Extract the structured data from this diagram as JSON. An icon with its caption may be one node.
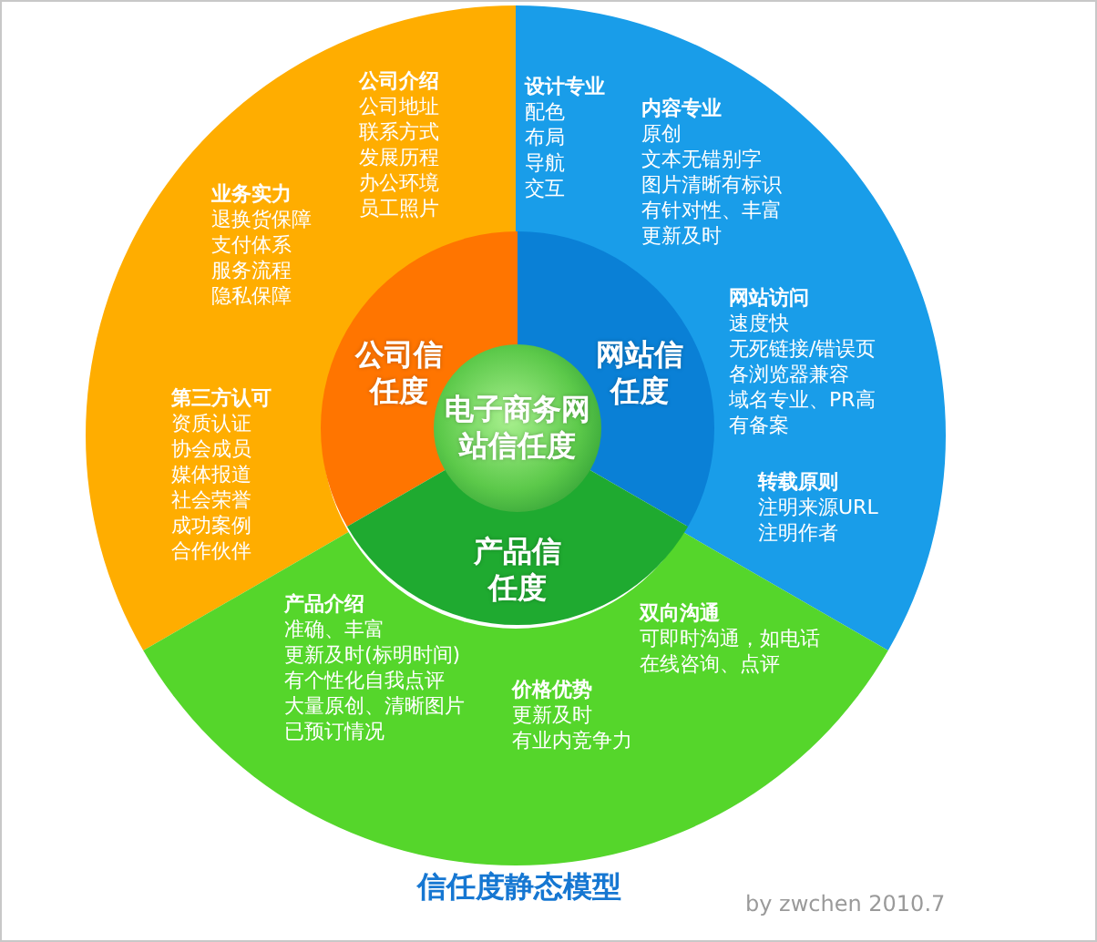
{
  "diagram": {
    "title": "信任度静态模型",
    "nodes": [
      {
        "text": [
          "电子商务网站信任度"
        ]
      },
      {
        "text": [
          "公司信任度"
        ]
      },
      {
        "text": [
          "网站信任度"
        ]
      },
      {
        "text": [
          "产品信任度"
        ]
      },
      {
        "text": [],
        "shape": "sector"
      },
      {
        "text": [
          "公司介绍",
          "公司地址",
          "联系方式",
          "发展历程",
          "办公环境",
          "员工照片"
        ],
        "in": 4
      },
      {
        "text": [
          "业务实力",
          "退换货保障",
          "支付体系",
          "服务流程",
          "隐私保障"
        ],
        "in": 4
      },
      {
        "text": [
          "第三方认可",
          "资质认证",
          "协会成员",
          "媒体报道",
          "社会荣誉",
          "成功案例",
          "合作伙伴"
        ],
        "in": 4
      },
      {
        "text": [],
        "shape": "sector"
      },
      {
        "text": [
          "设计专业",
          "配色",
          "布局",
          "导航",
          "交互"
        ],
        "in": 8
      },
      {
        "text": [
          "内容专业",
          "原创",
          "文本无错别字",
          "图片清晰有标识",
          "有针对性、丰富",
          "更新及时"
        ],
        "in": 8
      },
      {
        "text": [
          "网站访问",
          "速度快",
          "无死链接/错误页",
          "各浏览器兼容",
          "域名专业、PR高",
          "有备案"
        ],
        "in": 8
      },
      {
        "text": [
          "转载原则",
          "注明来源URL",
          "注明作者"
        ],
        "in": 8
      },
      {
        "text": [],
        "shape": "sector"
      },
      {
        "text": [
          "产品介绍",
          "准确、丰富",
          "更新及时(标明时间)",
          "有个性化自我点评",
          "大量原创、清晰图片",
          "已预订情况"
        ],
        "in": 13
      },
      {
        "text": [
          "价格优势",
          "更新及时",
          "有业内竞争力"
        ],
        "in": 13
      },
      {
        "text": [
          "双向沟通",
          "可即时沟通，如电话",
          "在线咨询、点评"
        ],
        "in": 13
      }
    ],
    "edges": [],
    "labels": [
      "by zwchen 2010.7"
    ]
  }
}
